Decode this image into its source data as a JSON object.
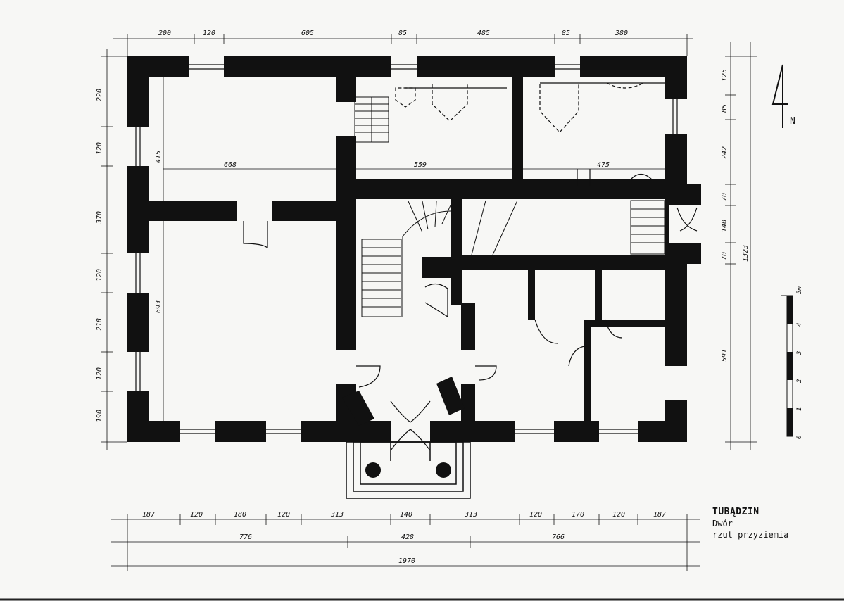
{
  "title_block": {
    "place": "TUBĄDZIN",
    "building": "Dwór",
    "drawing": "rzut przyziemia"
  },
  "north_label": "N",
  "dimensions": {
    "top": [
      "200",
      "120",
      "605",
      "85",
      "485",
      "85",
      "380"
    ],
    "bottom_row1": [
      "187",
      "120",
      "180",
      "120",
      "313",
      "140",
      "313",
      "120",
      "170",
      "120",
      "187"
    ],
    "bottom_row2": [
      "776",
      "428",
      "766"
    ],
    "bottom_total": "1970",
    "left": [
      "220",
      "120",
      "415",
      "370",
      "120",
      "218",
      "120",
      "190"
    ],
    "right": [
      "125",
      "85",
      "242",
      "70",
      "140",
      "70",
      "591"
    ],
    "right_total": "1323",
    "room_top_left": "668",
    "room_top_mid": "559",
    "room_top_right": "475",
    "room_left_height": "693"
  },
  "scale_bar": {
    "unit_label": "5m",
    "ticks": [
      "0",
      "1",
      "2",
      "3",
      "4"
    ]
  }
}
